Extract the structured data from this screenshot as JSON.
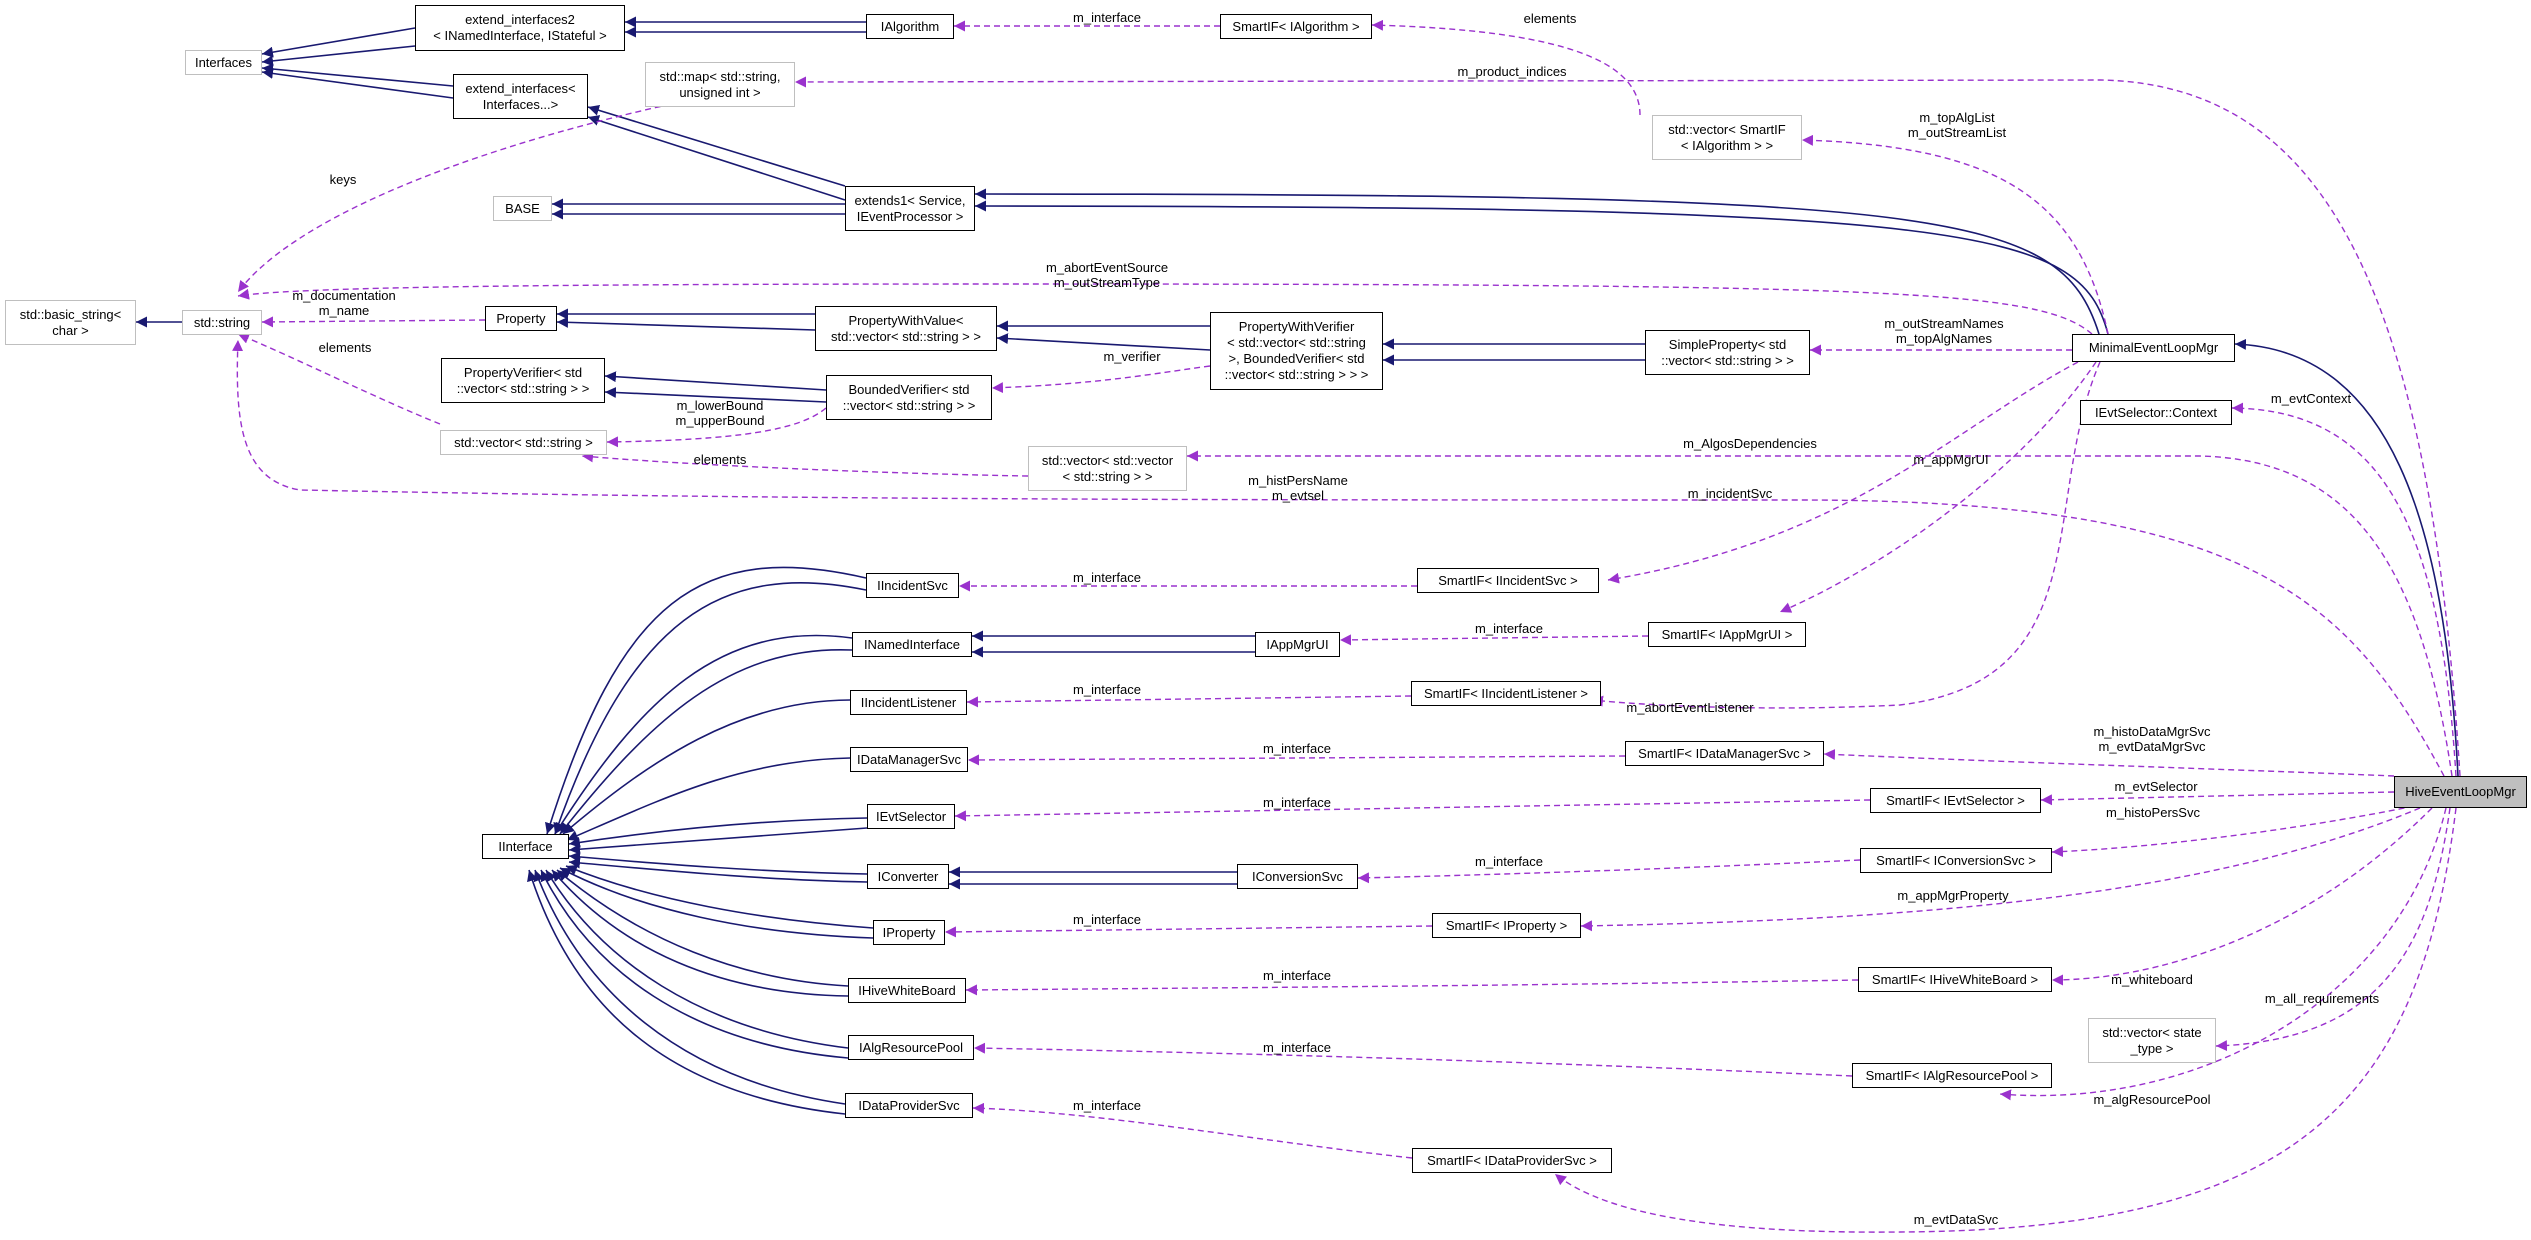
{
  "colors": {
    "inheritance": "#191970",
    "usage": "#9a32cd",
    "external_border": "#bfbfbf",
    "focus_fill": "#bfbfbf"
  },
  "nodes": {
    "interfaces": "Interfaces",
    "extend_interfaces2": "extend_interfaces2\n< INamedInterface, IStateful >",
    "extend_interfaces": "extend_interfaces<\nInterfaces...>",
    "ialgorithm": "IAlgorithm",
    "smartif_ialgorithm": "SmartIF< IAlgorithm >",
    "map_string_uint": "std::map< std::string,\nunsigned int >",
    "vector_smartif_ialgorithm": "std::vector< SmartIF\n< IAlgorithm > >",
    "base": "BASE",
    "extends1": "extends1< Service,\nIEventProcessor >",
    "basic_string": "std::basic_string<\nchar >",
    "std_string": "std::string",
    "property": "Property",
    "property_with_value": "PropertyWithValue<\nstd::vector< std::string > >",
    "property_with_verifier": "PropertyWithVerifier\n< std::vector< std::string\n>, BoundedVerifier< std\n::vector< std::string > > >",
    "simple_property": "SimpleProperty< std\n::vector< std::string > >",
    "minimal_event_loop_mgr": "MinimalEventLoopMgr",
    "property_verifier": "PropertyVerifier< std\n::vector< std::string > >",
    "bounded_verifier": "BoundedVerifier< std\n::vector< std::string > >",
    "vector_string": "std::vector< std::string >",
    "vector_vector_string": "std::vector< std::vector\n< std::string > >",
    "ievtselector_context": "IEvtSelector::Context",
    "iincidentsvc": "IIncidentSvc",
    "smartif_iincidentsvc": "SmartIF< IIncidentSvc >",
    "inamedinterface": "INamedInterface",
    "iappmgrui": "IAppMgrUI",
    "smartif_iappmgrui": "SmartIF< IAppMgrUI >",
    "iincidentlistener": "IIncidentListener",
    "smartif_iincidentlistener": "SmartIF< IIncidentListener >",
    "idatamanagersvc": "IDataManagerSvc",
    "smartif_idatamanagersvc": "SmartIF< IDataManagerSvc >",
    "ievtselector": "IEvtSelector",
    "smartif_ievtselector": "SmartIF< IEvtSelector >",
    "iinterface": "IInterface",
    "iconverter": "IConverter",
    "iconversionsvc": "IConversionSvc",
    "smartif_iconversionsvc": "SmartIF< IConversionSvc >",
    "iproperty": "IProperty",
    "smartif_iproperty": "SmartIF< IProperty >",
    "ihivewhiteboard": "IHiveWhiteBoard",
    "smartif_ihivewhiteboard": "SmartIF< IHiveWhiteBoard >",
    "ialgresourcepool": "IAlgResourcePool",
    "smartif_ialgresourcepool": "SmartIF< IAlgResourcePool >",
    "vector_state_type": "std::vector< state\n_type >",
    "idataprovidersvc": "IDataProviderSvc",
    "smartif_idataprovidersvc": "SmartIF< IDataProviderSvc >",
    "hive_event_loop_mgr": "HiveEventLoopMgr"
  },
  "edge_labels": {
    "m_interface": "m_interface",
    "elements": "elements",
    "m_product_indices": "m_product_indices",
    "m_topalglist": "m_topAlgList\nm_outStreamList",
    "keys": "keys",
    "m_aborteventsource": "m_abortEventSource\nm_outStreamType",
    "m_documentation": "m_documentation\nm_name",
    "m_outstreamnames": "m_outStreamNames\nm_topAlgNames",
    "m_verifier": "m_verifier",
    "m_evtcontext": "m_evtContext",
    "m_lowerbound": "m_lowerBound\nm_upperBound",
    "m_algosdependencies": "m_AlgosDependencies",
    "m_appmgrui": "m_appMgrUI",
    "m_histpersname": "m_histPersName\nm_evtsel",
    "m_incidentsvc": "m_incidentSvc",
    "m_aborteventlistener": "m_abortEventListener",
    "m_histodatamgrsvc": "m_histoDataMgrSvc\nm_evtDataMgrSvc",
    "m_evtselector": "m_evtSelector",
    "m_histopersvc": "m_histoPersSvc",
    "m_appmgrproperty": "m_appMgrProperty",
    "m_whiteboard": "m_whiteboard",
    "m_all_requirements": "m_all_requirements",
    "m_algresourcepool": "m_algResourcePool",
    "m_evtdatasvc": "m_evtDataSvc"
  }
}
